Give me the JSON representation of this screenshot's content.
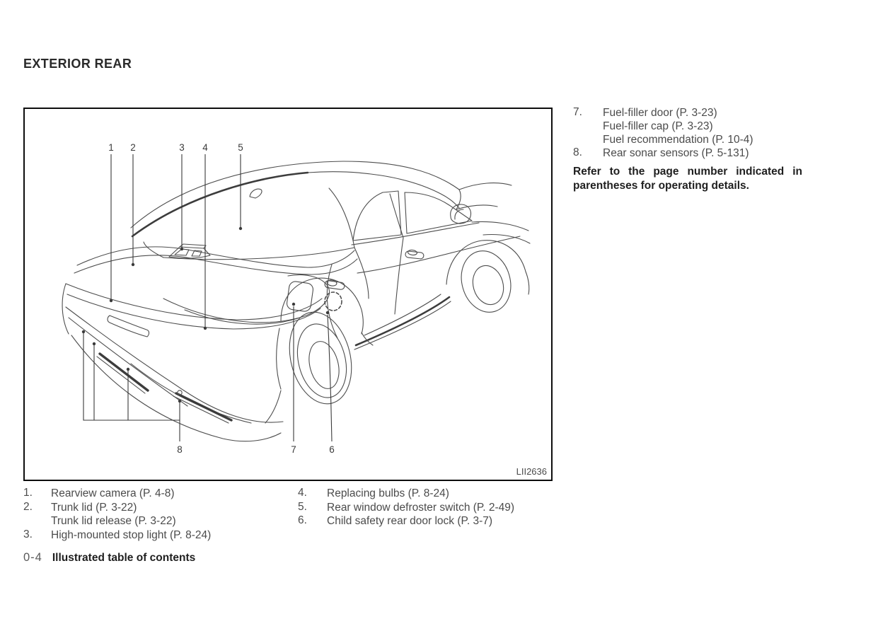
{
  "page": {
    "title": "EXTERIOR REAR",
    "footer": {
      "page_number": "0-4",
      "section": "Illustrated table of contents"
    }
  },
  "figure": {
    "code": "LII2636",
    "callouts": {
      "n1": "1",
      "n2": "2",
      "n3": "3",
      "n4": "4",
      "n5": "5",
      "n6": "6",
      "n7": "7",
      "n8": "8"
    }
  },
  "right_list": {
    "items": [
      {
        "num": "7.",
        "lines": [
          "Fuel-filler door (P. 3-23)",
          "Fuel-filler cap (P. 3-23)",
          "Fuel recommendation (P. 10-4)"
        ]
      },
      {
        "num": "8.",
        "lines": [
          "Rear sonar sensors (P. 5-131)"
        ]
      }
    ],
    "note": "Refer to the page number indicated in parentheses for operating details."
  },
  "bottom_list": {
    "col1": [
      {
        "num": "1.",
        "lines": [
          "Rearview camera (P. 4-8)"
        ]
      },
      {
        "num": "2.",
        "lines": [
          "Trunk lid (P. 3-22)",
          "Trunk lid release (P. 3-22)"
        ]
      },
      {
        "num": "3.",
        "lines": [
          "High-mounted stop light (P. 8-24)"
        ]
      }
    ],
    "col2": [
      {
        "num": "4.",
        "lines": [
          "Replacing bulbs (P. 8-24)"
        ]
      },
      {
        "num": "5.",
        "lines": [
          "Rear window defroster switch (P. 2-49)"
        ]
      },
      {
        "num": "6.",
        "lines": [
          "Child safety rear door lock (P. 3-7)"
        ]
      }
    ]
  }
}
